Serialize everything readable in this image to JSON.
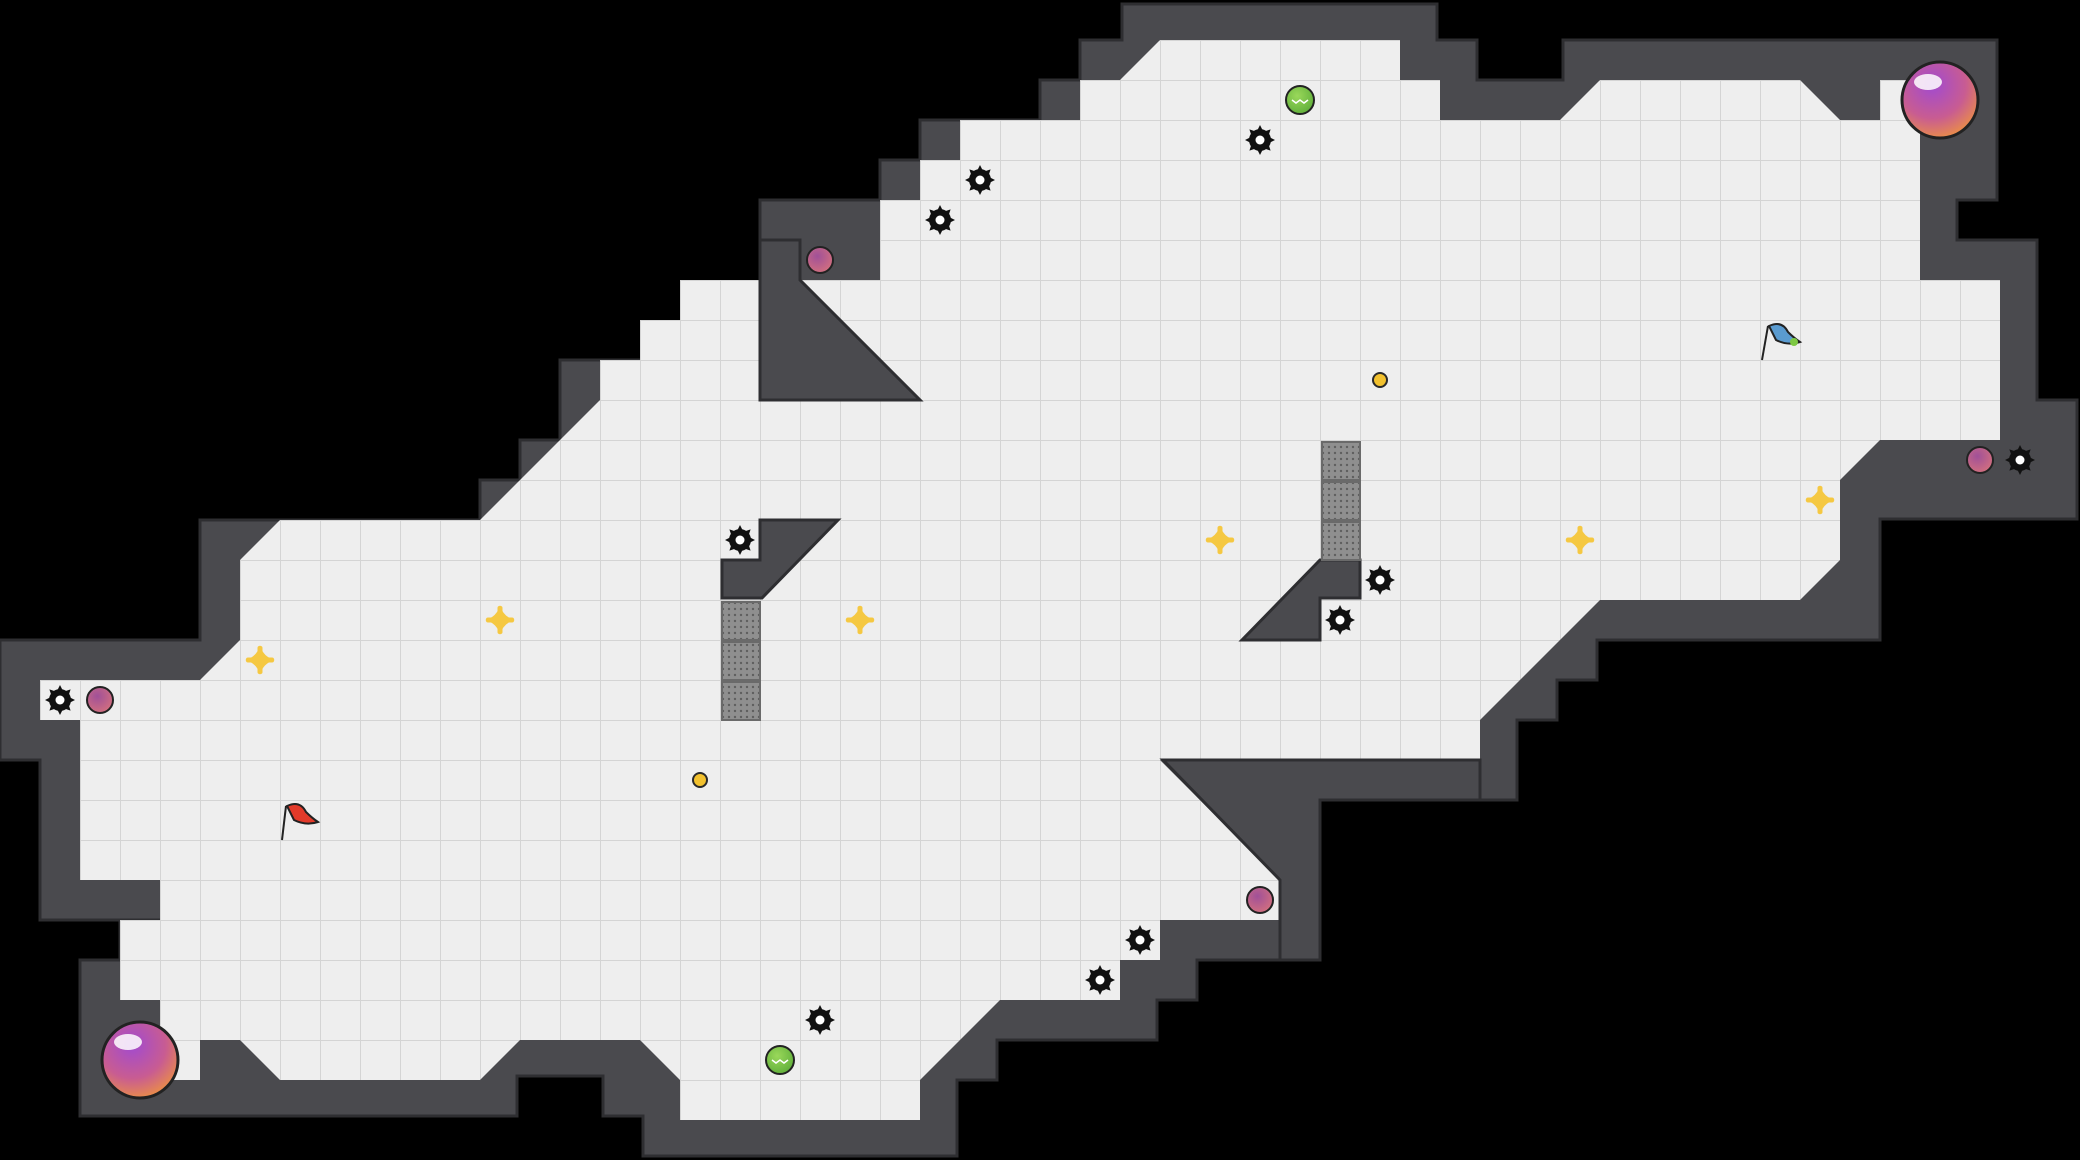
{
  "level": {
    "tile_type": "grid-floor",
    "colors": {
      "background": "#000000",
      "floor": "#eeeeee",
      "grid_line": "#d4d4d4",
      "wall": "#4a4a4e",
      "wall_edge": "#2e2e31",
      "spike": "#111111",
      "grate": "#8f8f8f",
      "gem": "#f5c842",
      "coin": "#f2c12e",
      "slime_pink": "#c45c88",
      "slime_green": "#7dc843",
      "portal_top": "#c44fb0",
      "portal_bottom": "#f07a2a",
      "flag_red": "#e23a2a",
      "flag_blue": "#5a9bd0"
    }
  },
  "entities": {
    "portals": [
      {
        "name": "portal-top-right",
        "icon": "portal-orb-icon"
      },
      {
        "name": "portal-bottom-left",
        "icon": "portal-orb-icon"
      }
    ],
    "flags": [
      {
        "name": "start-flag",
        "icon": "red-flag-icon",
        "color": "#e23a2a"
      },
      {
        "name": "goal-flag",
        "icon": "blue-flag-icon",
        "color": "#5a9bd0"
      }
    ],
    "gems": {
      "icon": "gold-sparkle-icon"
    },
    "coins": {
      "icon": "gold-coin-icon"
    },
    "spikes": {
      "icon": "spike-mine-icon"
    },
    "slimes": {
      "pink_icon": "pink-slime-icon",
      "green_icon": "green-slime-icon"
    },
    "grates": {
      "icon": "metal-grate-icon"
    }
  }
}
